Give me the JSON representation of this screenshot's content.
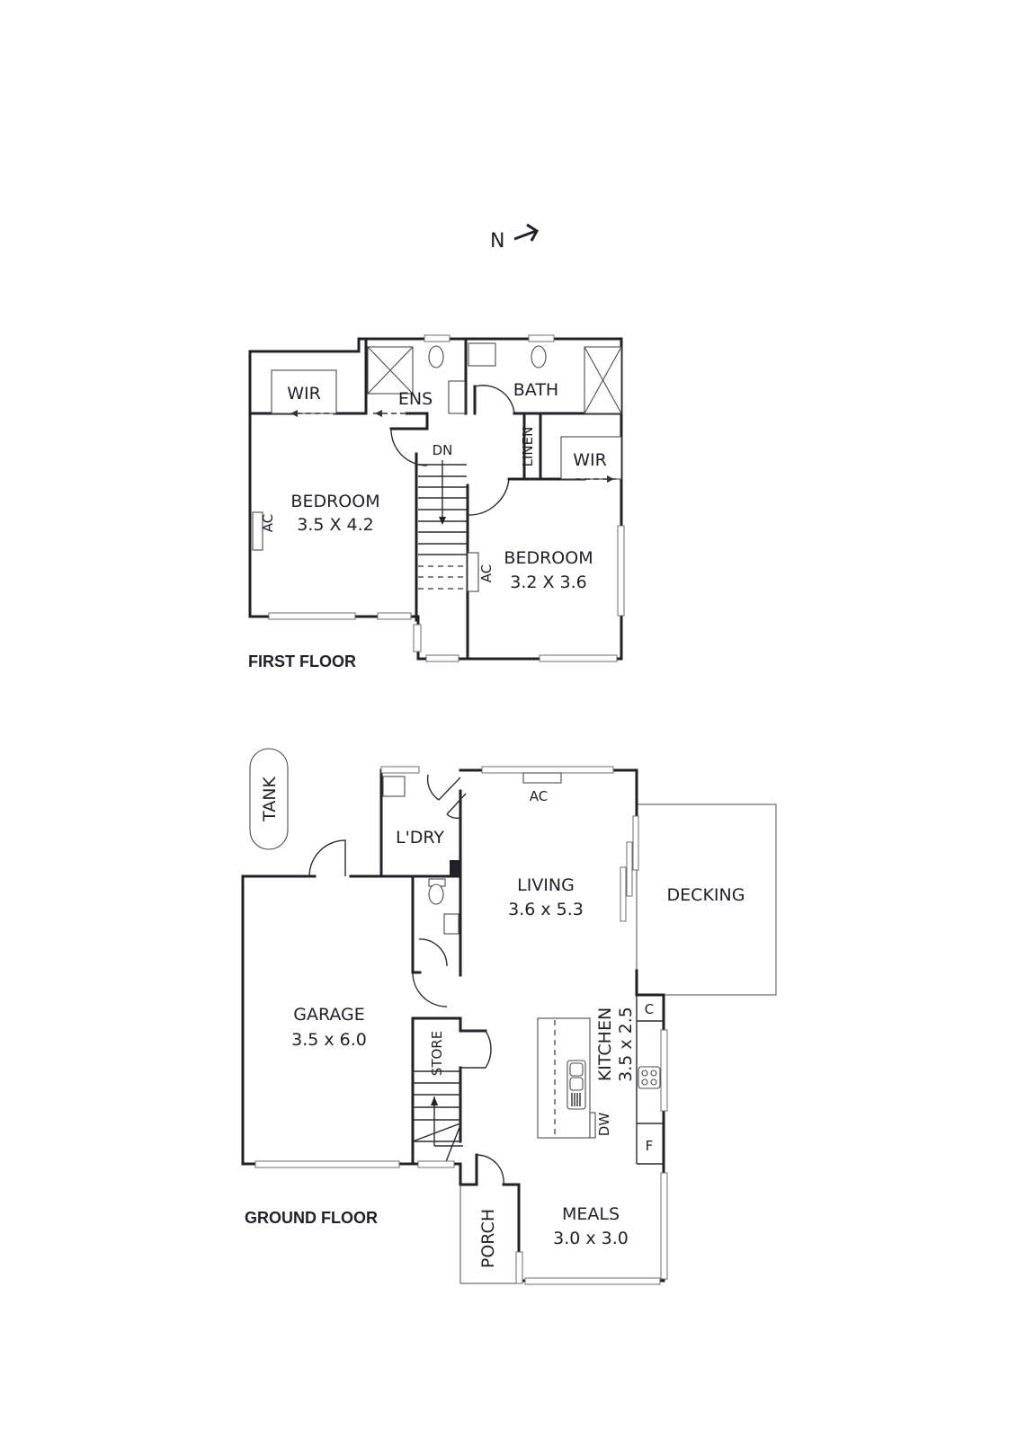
{
  "compass": {
    "label": "N",
    "icon": "north-arrow-icon"
  },
  "first_floor": {
    "title": "FIRST FLOOR",
    "rooms": [
      {
        "name": "WIR"
      },
      {
        "name": "ENS"
      },
      {
        "name": "BATH"
      },
      {
        "name": "LINEN"
      },
      {
        "name": "WIR"
      },
      {
        "name": "BEDROOM",
        "size": "3.5 X 4.2"
      },
      {
        "name": "BEDROOM",
        "size": "3.2 X 3.6"
      }
    ],
    "stair_label": "DN",
    "fixtures": {
      "ac_1": "AC",
      "ac_2": "AC"
    }
  },
  "ground_floor": {
    "title": "GROUND FLOOR",
    "rooms": [
      {
        "name": "TANK"
      },
      {
        "name": "L'DRY"
      },
      {
        "name": "LIVING",
        "size": "3.6 x 5.3"
      },
      {
        "name": "DECKING"
      },
      {
        "name": "GARAGE",
        "size": "3.5 x 6.0"
      },
      {
        "name": "STORE"
      },
      {
        "name": "KITCHEN",
        "size": "3.5 x 2.5"
      },
      {
        "name": "PORCH"
      },
      {
        "name": "MEALS",
        "size": "3.0 x 3.0"
      }
    ],
    "fixtures": {
      "ac": "AC",
      "dw": "DW",
      "cupboard": "C",
      "fridge": "F"
    }
  }
}
